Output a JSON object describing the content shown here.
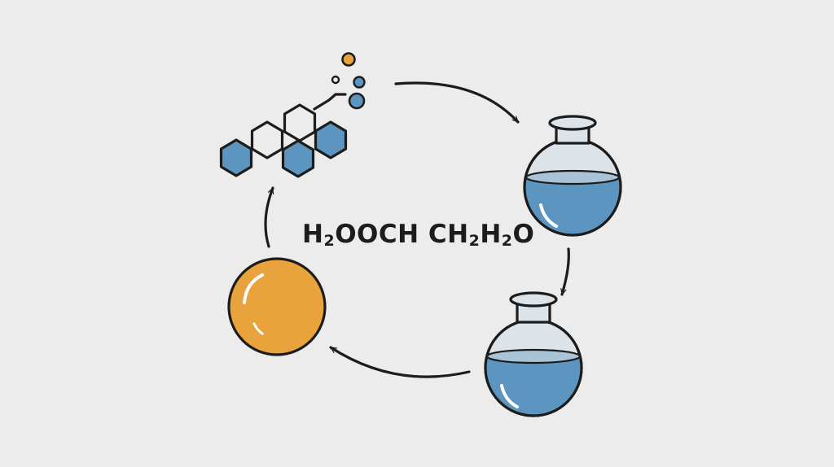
{
  "diagram": {
    "title": "",
    "formula": {
      "parts": [
        {
          "text": "H",
          "sub": false
        },
        {
          "text": "2",
          "sub": true
        },
        {
          "text": "OOCH CH",
          "sub": false
        },
        {
          "text": "2",
          "sub": true
        },
        {
          "text": "H",
          "sub": false
        },
        {
          "text": "2",
          "sub": true
        },
        {
          "text": "O",
          "sub": false
        }
      ]
    },
    "nodes": [
      {
        "id": "molecule",
        "kind": "hexagonal-molecule-structure"
      },
      {
        "id": "flask-top",
        "kind": "round-bottom-flask",
        "liquid": "blue"
      },
      {
        "id": "flask-bottom",
        "kind": "round-bottom-flask",
        "liquid": "blue"
      },
      {
        "id": "sphere",
        "kind": "orange-sphere"
      }
    ],
    "cycle": [
      "molecule",
      "flask-top",
      "flask-bottom",
      "sphere",
      "molecule"
    ],
    "colors": {
      "background": "#ececec",
      "stroke": "#1c1c1c",
      "blue": "#5b95c0",
      "blue_light": "#a8c4d6",
      "glass": "#dce4ea",
      "orange": "#e8a33c"
    }
  }
}
